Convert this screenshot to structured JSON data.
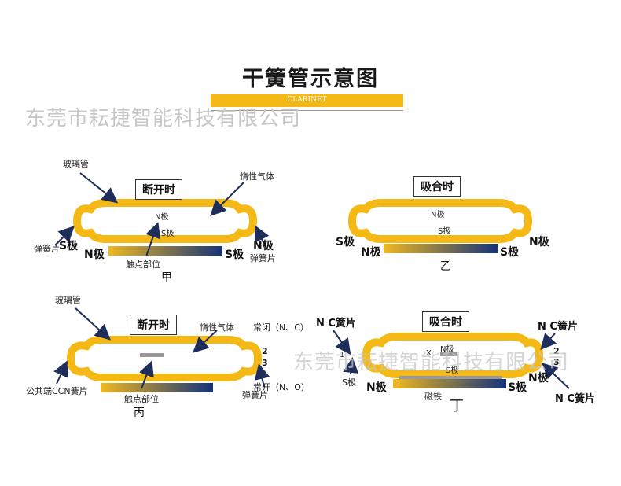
{
  "title": "干簧管示意图",
  "banner": "CLARINET",
  "watermark": "东莞市耘捷智能科技有限公司",
  "colors": {
    "gold": "#f5b915",
    "navy": "#1e3a7a",
    "magnet_start": "#f0b820",
    "magnet_end": "#14337a"
  },
  "panel_a": {
    "state": "断开时",
    "glass": "玻璃管",
    "gas": "惰性气体",
    "n_inner": "N极",
    "s_inner": "S极",
    "s_left": "S极",
    "n_right": "N极",
    "reed_left": "弹簧片",
    "reed_right": "弹簧片",
    "magnet_n": "N极",
    "magnet_s": "S极",
    "contact": "触点部位",
    "caption": "甲"
  },
  "panel_b": {
    "state": "吸合时",
    "n_inner": "N极",
    "s_inner": "S极",
    "s_left": "S极",
    "n_right": "N极",
    "magnet_n": "N极",
    "magnet_s": "S极",
    "caption": "乙"
  },
  "panel_c": {
    "glass": "玻璃管",
    "state": "断开时",
    "gas": "惰性气体",
    "nc": "常闭（N、C）",
    "no": "常开（N、O）",
    "common": "公共端CCN簧片",
    "contact": "触点部位",
    "reed": "弹簧片",
    "num2": "2",
    "num3": "3",
    "caption": "丙"
  },
  "panel_d": {
    "nc_left": "N C簧片",
    "state": "吸合时",
    "nc_right_top": "N C簧片",
    "nc_right_bot": "N C簧片",
    "num1": "1",
    "x": "X",
    "n_inner": "N极",
    "s_inner": "S极",
    "num2": "2",
    "num3": "3",
    "s_left": "S极",
    "magnet_n": "N极",
    "magnet_s": "S极",
    "n_right": "N极",
    "magnet_label": "磁铁",
    "caption": "丁"
  }
}
